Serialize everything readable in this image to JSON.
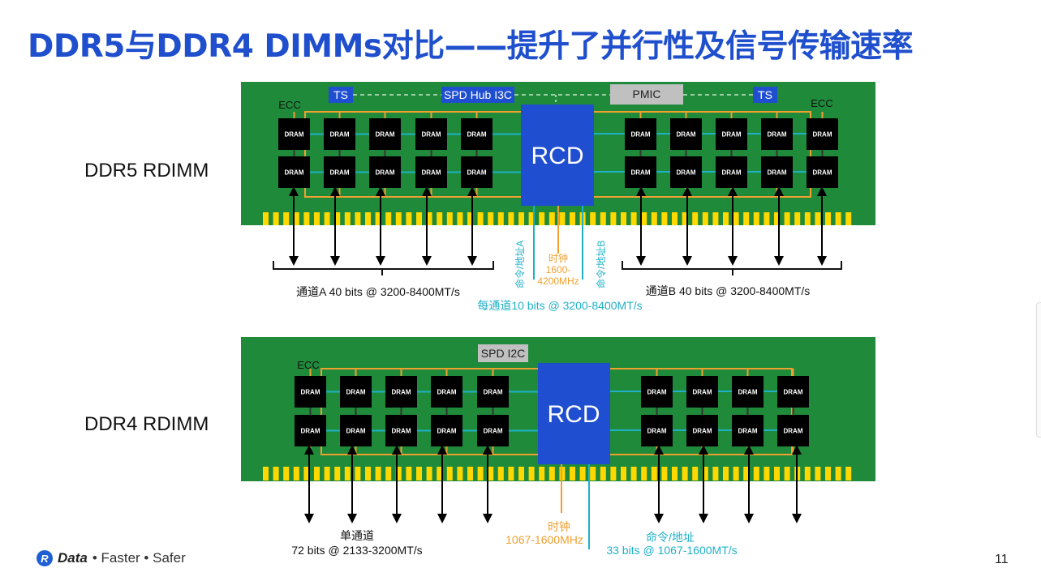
{
  "title": "DDR5与DDR4 DIMMs对比——提升了并行性及信号传输速率",
  "colors": {
    "title": "#1f4fcc",
    "pcb": "#1f8a3a",
    "rcd": "#1f4fd0",
    "pin": "#ffd800",
    "trace_orange": "#f0a030",
    "trace_cyan": "#1fb0c8",
    "ts_box": "#1f4fd0",
    "pmic_box": "#c0c0c0",
    "dram": "#000000"
  },
  "ddr5": {
    "label": "DDR5 RDIMM",
    "ts_left": "TS",
    "spd": "SPD Hub I3C",
    "pmic": "PMIC",
    "ts_right": "TS",
    "ecc_left": "ECC",
    "ecc_right": "ECC",
    "rcd": "RCD",
    "dram_label": "DRAM",
    "cmd_addr_a": "命令/地址A",
    "cmd_addr_b": "命令/地址B",
    "clock_label": "时钟",
    "clock_freq_1": "1600-",
    "clock_freq_2": "4200MHz",
    "channel_a": "通道A 40 bits @ 3200-8400MT/s",
    "channel_b": "通道B 40 bits @ 3200-8400MT/s",
    "per_channel": "每通道10 bits @ 3200-8400MT/s"
  },
  "ddr4": {
    "label": "DDR4 RDIMM",
    "spd": "SPD I2C",
    "ecc": "ECC",
    "rcd": "RCD",
    "dram_label": "DRAM",
    "single_channel_1": "单通道",
    "single_channel_2": "72 bits @ 2133-3200MT/s",
    "clock_label": "时钟",
    "clock_freq": "1067-1600MHz",
    "cmd_addr_label": "命令/地址",
    "cmd_addr_rate": "33 bits @ 1067-1600MT/s"
  },
  "footer": {
    "logo_letter": "R",
    "brand": "Data",
    "tagline": "• Faster • Safer",
    "page_number": "11"
  }
}
